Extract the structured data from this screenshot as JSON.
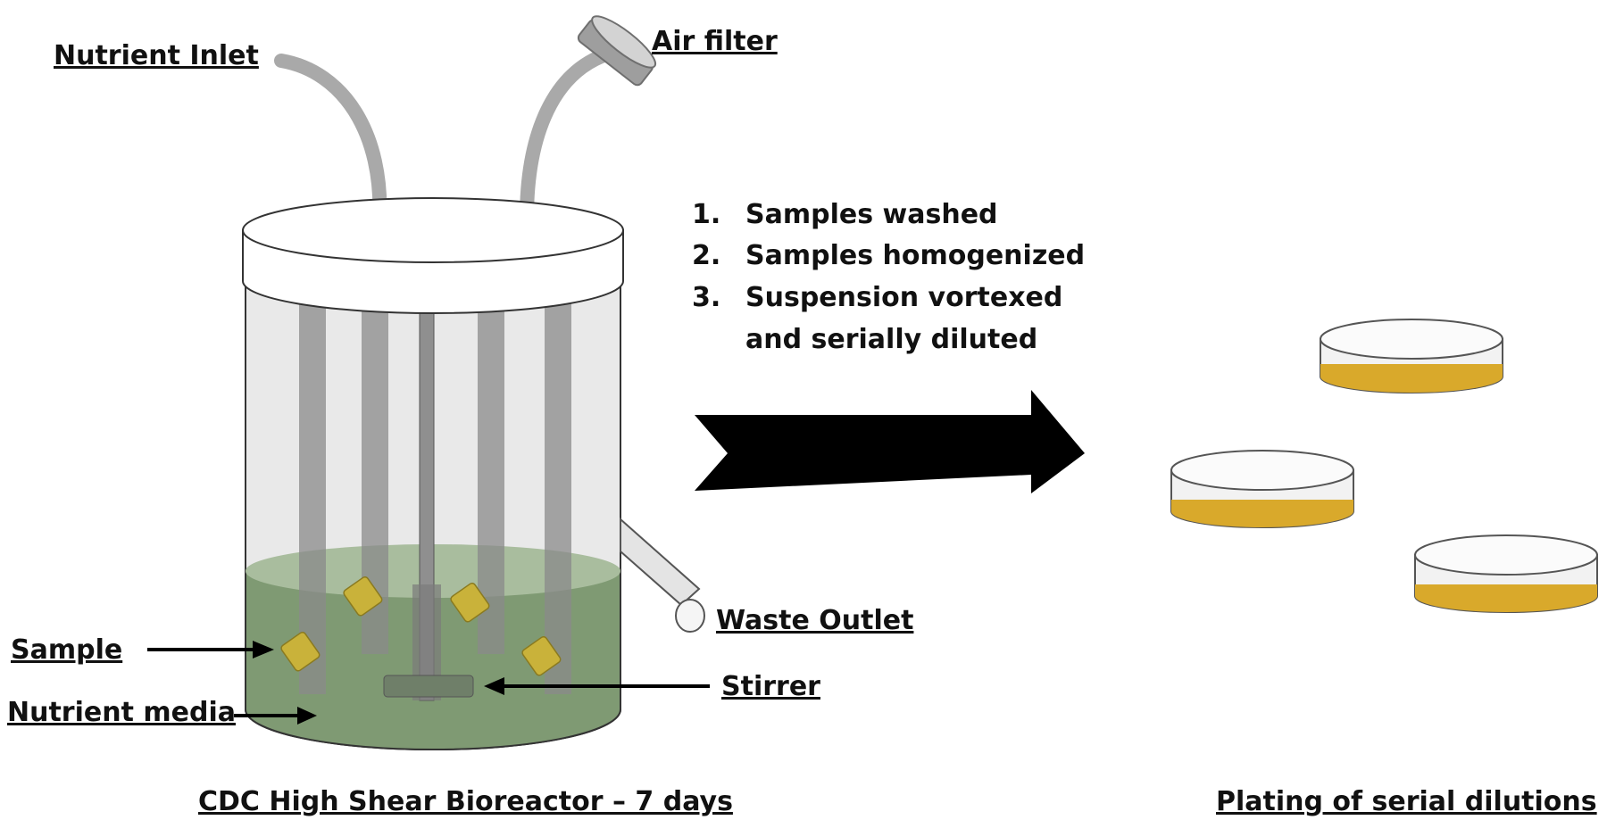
{
  "labels": {
    "nutrient_inlet": "Nutrient Inlet",
    "air_filter": "Air filter",
    "waste_outlet": "Waste Outlet",
    "sample": "Sample",
    "stirrer": "Stirrer",
    "nutrient_media": "Nutrient media",
    "bioreactor_caption": "CDC High Shear Bioreactor – 7 days",
    "plating_caption": "Plating of serial dilutions"
  },
  "steps": [
    {
      "number": "1.",
      "lines": [
        "Samples washed"
      ]
    },
    {
      "number": "2.",
      "lines": [
        "Samples homogenized"
      ]
    },
    {
      "number": "3.",
      "lines": [
        "Suspension vortexed",
        "and serially diluted"
      ]
    }
  ],
  "colors": {
    "media": "#7f9a73",
    "media_surface": "#a9bd9e",
    "tube": "#a9a9a9",
    "rod": "#8a8a8a",
    "coupon": "#c9b23a",
    "agar": "#d9a92b",
    "arrow": "#000000"
  }
}
